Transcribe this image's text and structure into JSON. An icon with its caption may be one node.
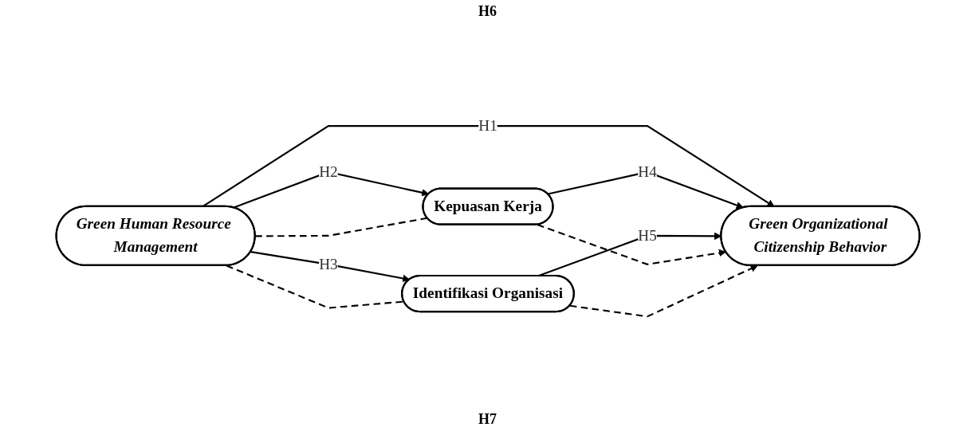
{
  "diagram": {
    "nodes": [
      {
        "text": [
          "Green Human Resource Management"
        ]
      },
      {
        "text": [
          "Kepuasan Kerja"
        ]
      },
      {
        "text": [
          "Green Organizational Citizenship Behavior"
        ]
      },
      {
        "text": [
          "Identifikasi Organisasi"
        ]
      }
    ],
    "edges": [
      {
        "from": 0,
        "to": 2,
        "arrow": "to",
        "label": "H1"
      },
      {
        "from": 0,
        "to": 1,
        "arrow": "to",
        "label": "H2"
      },
      {
        "from": 0,
        "to": 3,
        "arrow": "to",
        "label": "H3"
      },
      {
        "from": 1,
        "to": 2,
        "arrow": "to",
        "label": "H4"
      },
      {
        "from": 3,
        "to": 2,
        "arrow": "to",
        "label": "H5"
      },
      {
        "from": 0,
        "to": 1,
        "arrow": "none",
        "style": "dashed"
      },
      {
        "from": 1,
        "to": 2,
        "arrow": "to",
        "style": "dashed"
      },
      {
        "from": 0,
        "to": 3,
        "arrow": "none",
        "style": "dashed"
      },
      {
        "from": 3,
        "to": 2,
        "arrow": "to",
        "style": "dashed"
      }
    ],
    "labels": [
      "H6",
      "H7"
    ]
  }
}
